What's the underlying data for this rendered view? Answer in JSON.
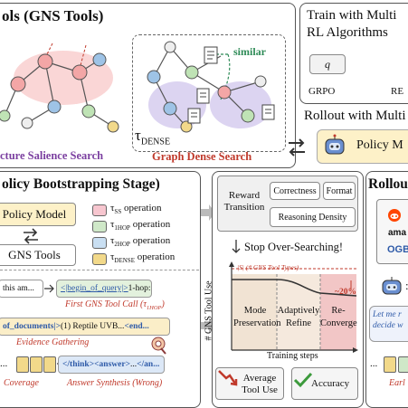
{
  "colors": {
    "panel_border": "#555555",
    "salience_title": "#7b3fa0",
    "caption_red": "#c0392b",
    "tag_blue": "#2e5aa8",
    "policy_fill": "#fdf1c8",
    "mode_fill": "#f1e3d3",
    "reconverge_fill": "#f2c6c6",
    "node_red": "#f3a6a6",
    "node_blue": "#9ec3e6",
    "node_green": "#bfe3b5",
    "node_yellow": "#f2d98a",
    "node_white": "#eeeeee"
  },
  "graph_panel": {
    "title": "ols (GNS Tools)",
    "salience_label": "cture Salience Search",
    "dense_label": "Graph Dense Search",
    "similar_label": "similar",
    "tau_dense": "τ",
    "tau_dense_sub": "DENSE"
  },
  "rl_panel": {
    "title_line1": "Train with Multi",
    "title_line2": "RL Algorithms",
    "q_label": "q",
    "grpo_label": "GRPO",
    "re_label": "RE",
    "rollout_title": "Rollout with Multi",
    "policy_label": "Policy M"
  },
  "bootstrap_panel": {
    "title": "olicy Bootstrapping Stage)",
    "policy_model": "Policy Model",
    "gns_tools": "GNS Tools",
    "legend": [
      {
        "sym": "τ",
        "sub": "SS",
        "text": " operation",
        "icon": "pink-swatch"
      },
      {
        "sym": "τ",
        "sub": "1HOP",
        "text": " operation",
        "icon": "green-swatch"
      },
      {
        "sym": "τ",
        "sub": "2HOP",
        "text": " operation",
        "icon": "blue-swatch"
      },
      {
        "sym": "τ",
        "sub": "DENSE",
        "text": " operation",
        "icon": "yellow-swatch"
      }
    ],
    "row1_left": "this am...",
    "row1_tag": "<|begin_of_query|>",
    "row1_rest": " 1-hop:",
    "row1_caption": "First GNS Tool Call (τ",
    "row1_caption_sub": "1HOP",
    "row1_caption_end": ")",
    "row2_tag": "of_documents|>",
    "row2_rest": " (1) Reptile UVB...",
    "row2_end": "<end...",
    "row2_caption": "Evidence Gathering",
    "row3_dots": "...",
    "row3_tag1": "</think>",
    "row3_tag2": "<answer>",
    "row3_rest": "...",
    "row3_tag3": "</an...",
    "row3_caption_left": "Coverage",
    "row3_caption_right": "Answer Synthesis (Wrong)"
  },
  "reward_panel": {
    "reward_transition": "Reward Transition",
    "correctness": "Correctness",
    "format": "Format",
    "reasoning_density": "Reasoning Density",
    "stop_label": "Stop Over-Searching!",
    "chart_note": "|S| (# GNS Tool Types)",
    "y_label": "# GNS Tool Use",
    "x_label": "Training steps",
    "drop_label": "~20%",
    "phase1": "Mode Preservation",
    "phase2": "Adaptively Refine",
    "phase3": "Re-Converge",
    "avg_tool_use": "Average Tool Use",
    "accuracy": "Accuracy"
  },
  "rollout_panel": {
    "title": "Rollou",
    "corpus_text": "ama",
    "ogb_text": "OGB",
    "bubble": "Let me r decide w",
    "colon": ":",
    "dots": "...",
    "early": "Earl"
  }
}
